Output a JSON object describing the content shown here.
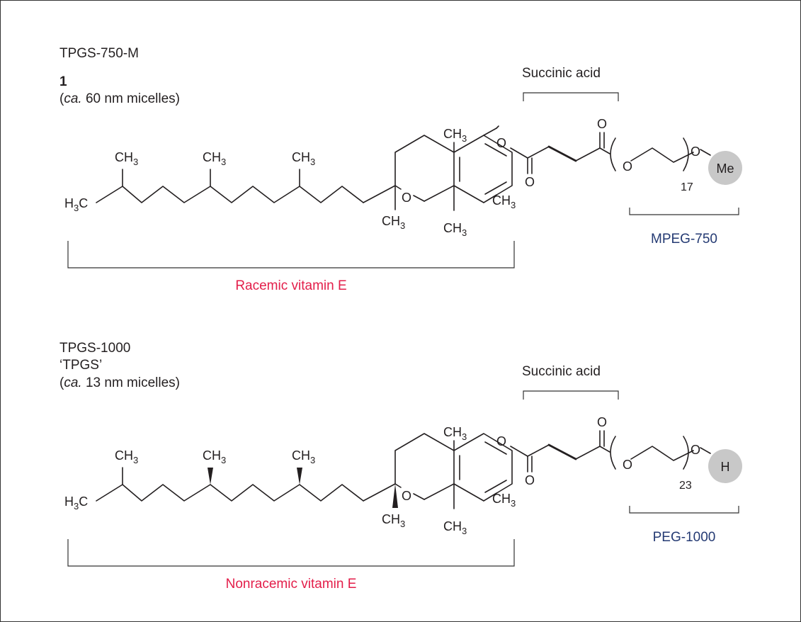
{
  "colors": {
    "accent_red": "#e31e4a",
    "accent_blue": "#243a73",
    "circle_grey": "#c8c8c8",
    "ink": "#231f20"
  },
  "top": {
    "name": "TPGS-750-M",
    "number": "1",
    "micelle_prefix": "(",
    "micelle_ca": "ca.",
    "micelle_rest": " 60 nm micelles)",
    "succinic_label": "Succinic acid",
    "peg_label": "MPEG-750",
    "vitamin_highlight": "Racemic",
    "vitamin_rest": " vitamin E",
    "repeat": "17",
    "end_group": "Me"
  },
  "bottom": {
    "name": "TPGS-1000",
    "alias": "‘TPGS’",
    "micelle_prefix": "(",
    "micelle_ca": "ca.",
    "micelle_rest": " 13 nm micelles)",
    "succinic_label": "Succinic acid",
    "peg_label": "PEG-1000",
    "vitamin_label": "Nonracemic vitamin E",
    "repeat": "23",
    "end_group": "H"
  },
  "atoms": {
    "ch3": "CH",
    "h3c_h": "H",
    "h3c_c": "C",
    "sub3": "3",
    "o": "O"
  }
}
